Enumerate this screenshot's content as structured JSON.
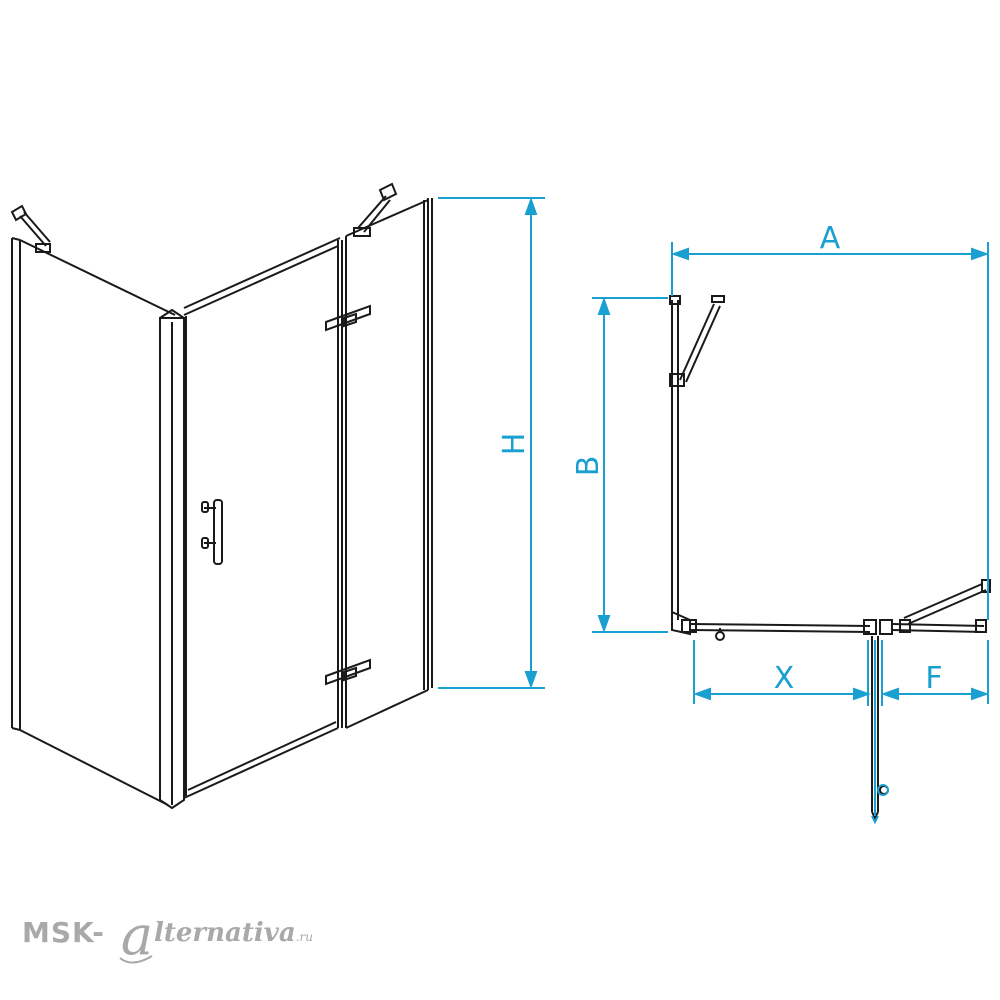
{
  "colors": {
    "line": "#1a1a1a",
    "dimension": "#1aa0d0",
    "watermark": "#a9a9a9"
  },
  "labels": {
    "height": "H",
    "depth": "B",
    "width": "A",
    "door_opening": "X",
    "fixed_panel": "F"
  },
  "watermark": {
    "prefix": "MSK-",
    "letter": "a",
    "rest": "lternativa",
    "suffix": ".ru"
  }
}
